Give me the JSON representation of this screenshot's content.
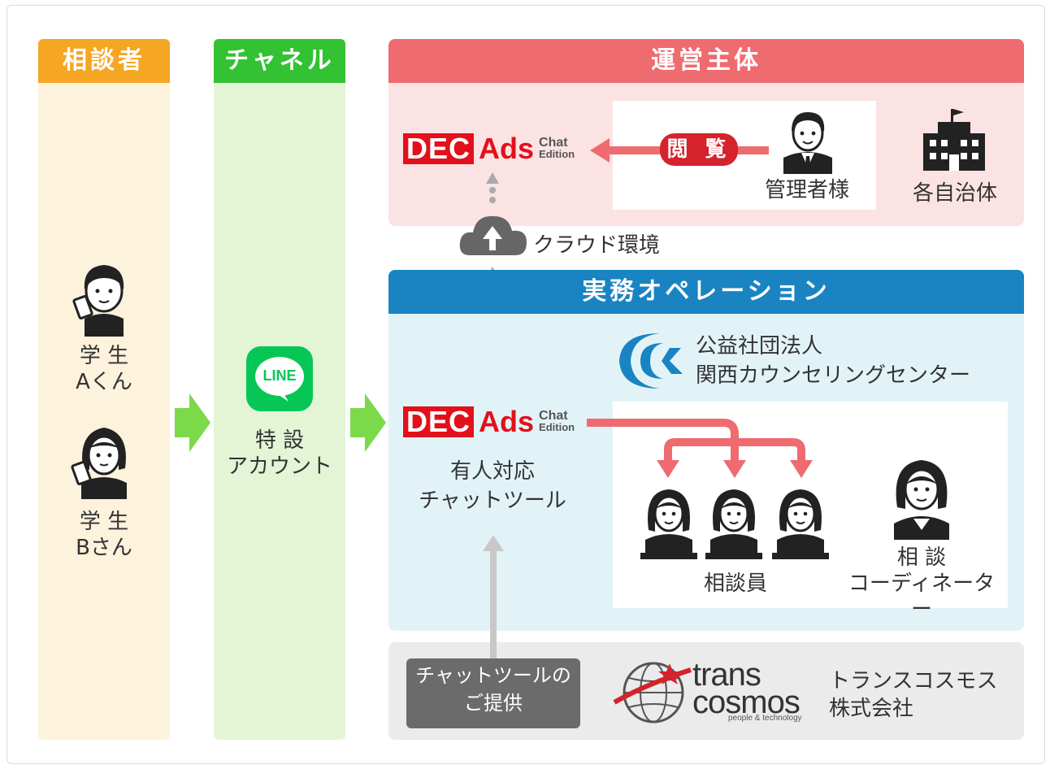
{
  "columns": {
    "consultant": {
      "title": "相談者"
    },
    "channel": {
      "title": "チャネル"
    }
  },
  "students": [
    {
      "label1": "学 生",
      "label2": "Aくん"
    },
    {
      "label1": "学 生",
      "label2": "Bさん"
    }
  ],
  "line": {
    "logo": "LINE",
    "label1": "特 設",
    "label2": "アカウント"
  },
  "operator": {
    "title": "運営主体",
    "view_badge": "閲 覧",
    "admin_label": "管理者様",
    "municipality_label": "各自治体"
  },
  "product": {
    "dec": "DEC",
    "ads": "Ads",
    "chat": "Chat",
    "edition": "Edition"
  },
  "cloud_label": "クラウド環境",
  "operations": {
    "title": "実務オペレーション",
    "org_line1": "公益社団法人",
    "org_line2": "関西カウンセリングセンター",
    "tool_line1": "有人対応",
    "tool_line2": "チャットツール",
    "counselors_label": "相談員",
    "coordinator_line1": "相 談",
    "coordinator_line2": "コーディネーター"
  },
  "provider": {
    "button_line1": "チャットツールの",
    "button_line2": "ご提供",
    "logo_line1": "trans",
    "logo_line2": "cosmos",
    "logo_tagline": "people & technology",
    "company_line1": "トランスコスモス",
    "company_line2": "株式会社"
  },
  "colors": {
    "consultant_header": "#f5a623",
    "channel_header": "#33c233",
    "operator_header": "#ee6b6f",
    "operations_header": "#1a84c2",
    "arrow_red": "#ee6b6f",
    "arrow_green": "#7bd94a"
  }
}
